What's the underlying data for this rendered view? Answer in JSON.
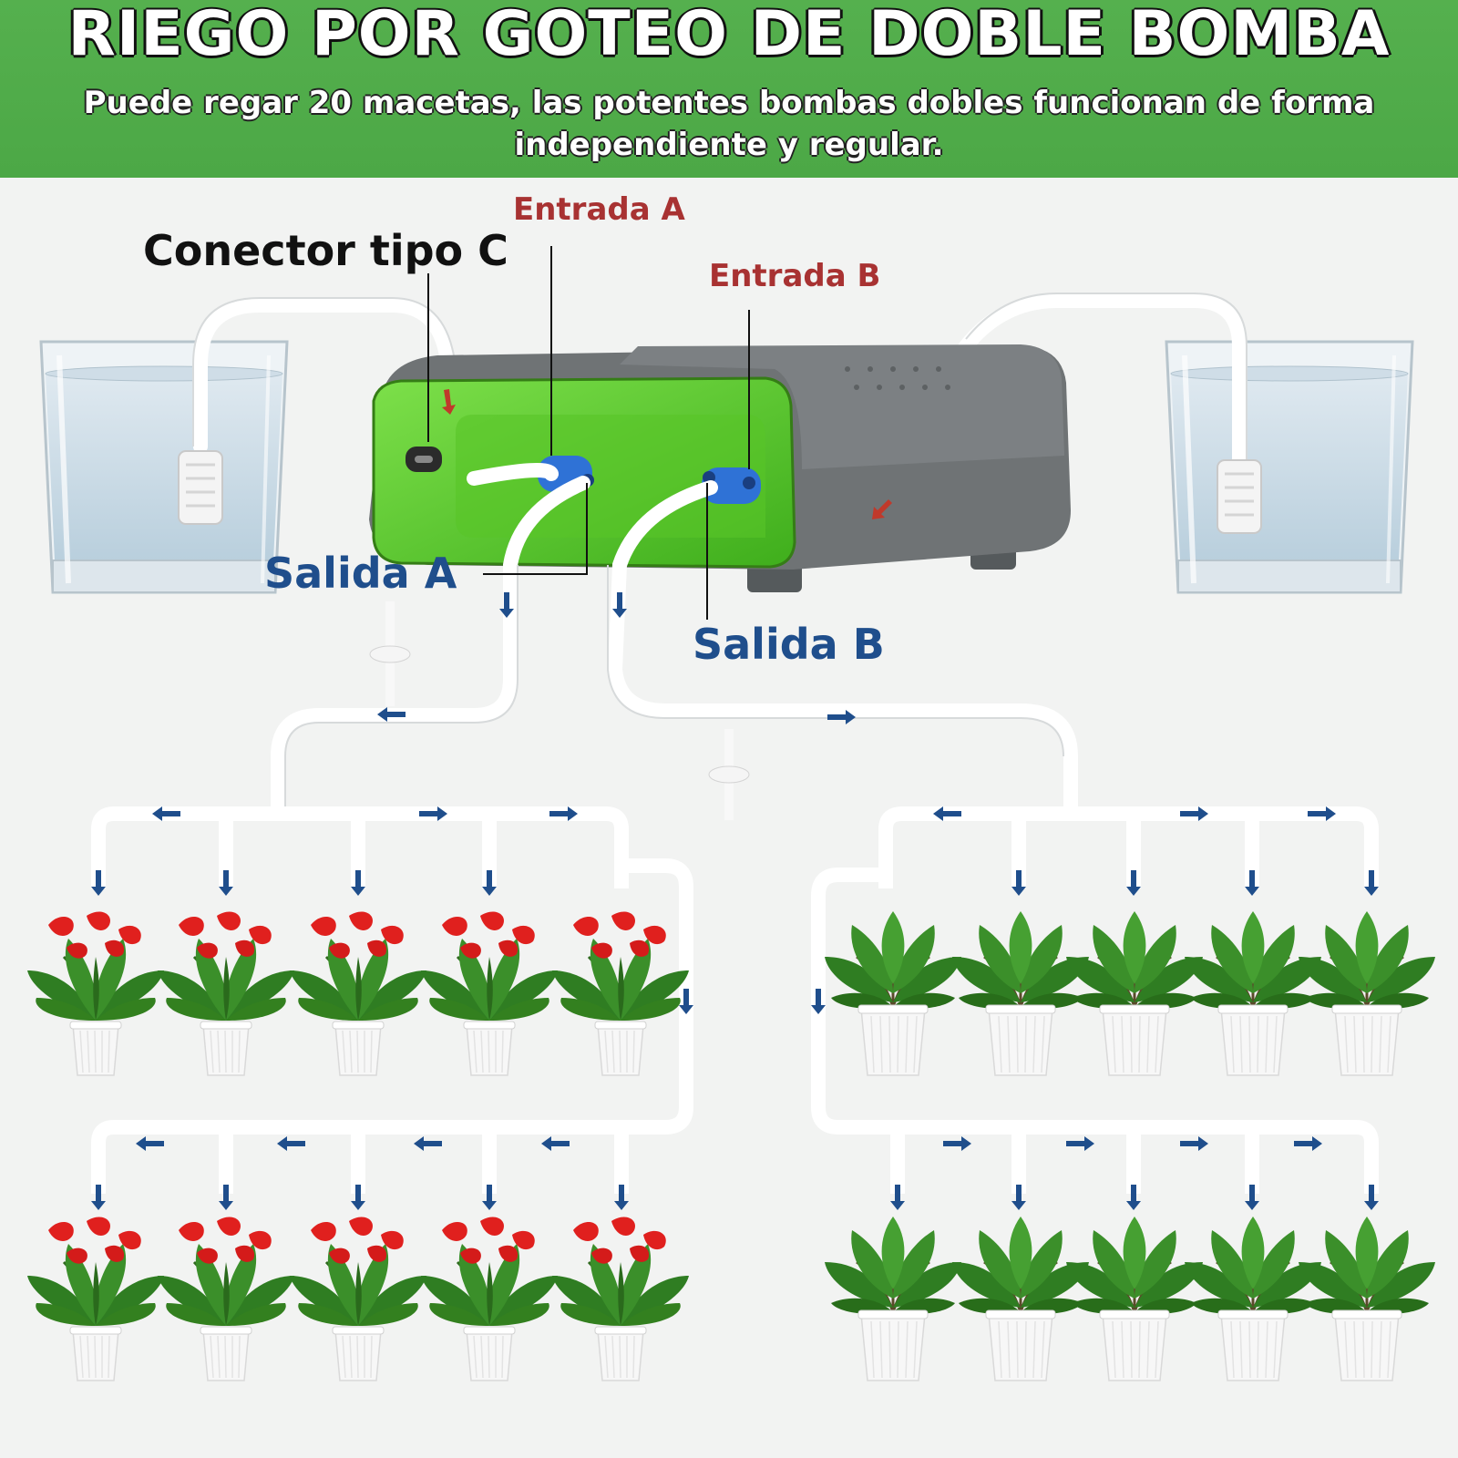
{
  "header": {
    "title": "RIEGO POR GOTEO DE DOBLE BOMBA",
    "subtitle": "Puede regar 20 macetas, las potentes bombas dobles funcionan de forma independiente y regular."
  },
  "labels": {
    "connector": "Conector tipo C",
    "inlet_a": "Entrada A",
    "inlet_b": "Entrada B",
    "outlet_a": "Salida A",
    "outlet_b": "Salida B"
  },
  "colors": {
    "banner": "#4ca846",
    "title_text": "#ffffff",
    "inlet_label": "#a83232",
    "outlet_label": "#1f4e8c",
    "arrow": "#1f4e8c",
    "inlet_arrow": "#c0392b",
    "pump_body": "#6f7375",
    "pump_face": "#5dcf2c",
    "tube": "#ffffff",
    "flower": "#e0201e",
    "leaf": "#2f7d22",
    "pot": "#f5f5f5"
  },
  "plants": {
    "group_a": {
      "kind": "anthurium",
      "rows": 2,
      "per_row": 5
    },
    "group_b": {
      "kind": "green-foliage",
      "rows": 2,
      "per_row": 5
    }
  },
  "reservoirs": [
    "water-glass-left",
    "water-glass-right"
  ]
}
